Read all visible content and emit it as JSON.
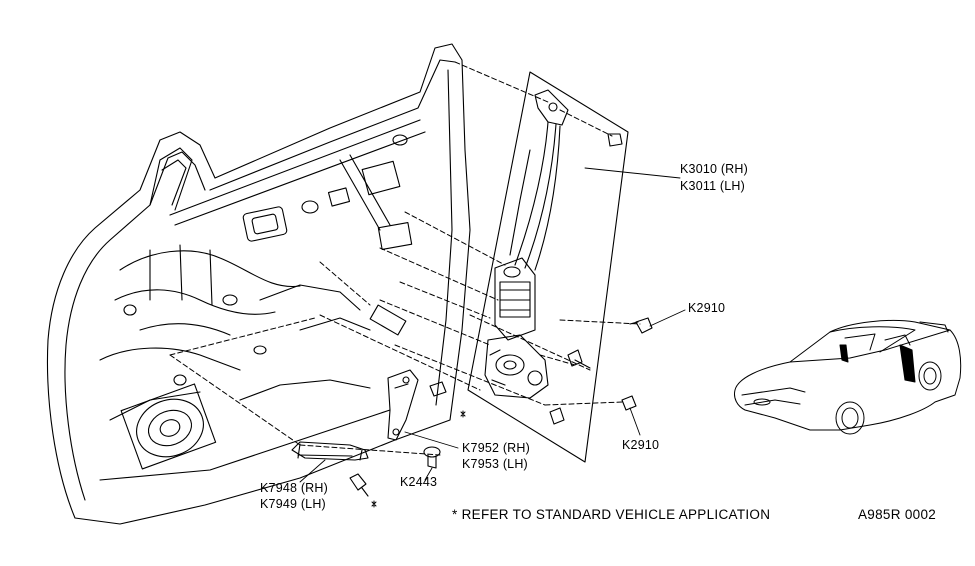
{
  "callouts": {
    "k3010": "K3010 (RH)",
    "k3011": "K3011 (LH)",
    "k2910_upper": "K2910",
    "k2910_lower": "K2910",
    "k7952": "K7952 (RH)",
    "k7953": "K7953 (LH)",
    "k2443": "K2443",
    "k7948": "K7948 (RH)",
    "k7949": "K7949 (LH)"
  },
  "note": "*  REFER TO STANDARD VEHICLE APPLICATION",
  "diagram_code": "A985R  0002",
  "ink_color": "#000000",
  "paper_color": "#ffffff"
}
